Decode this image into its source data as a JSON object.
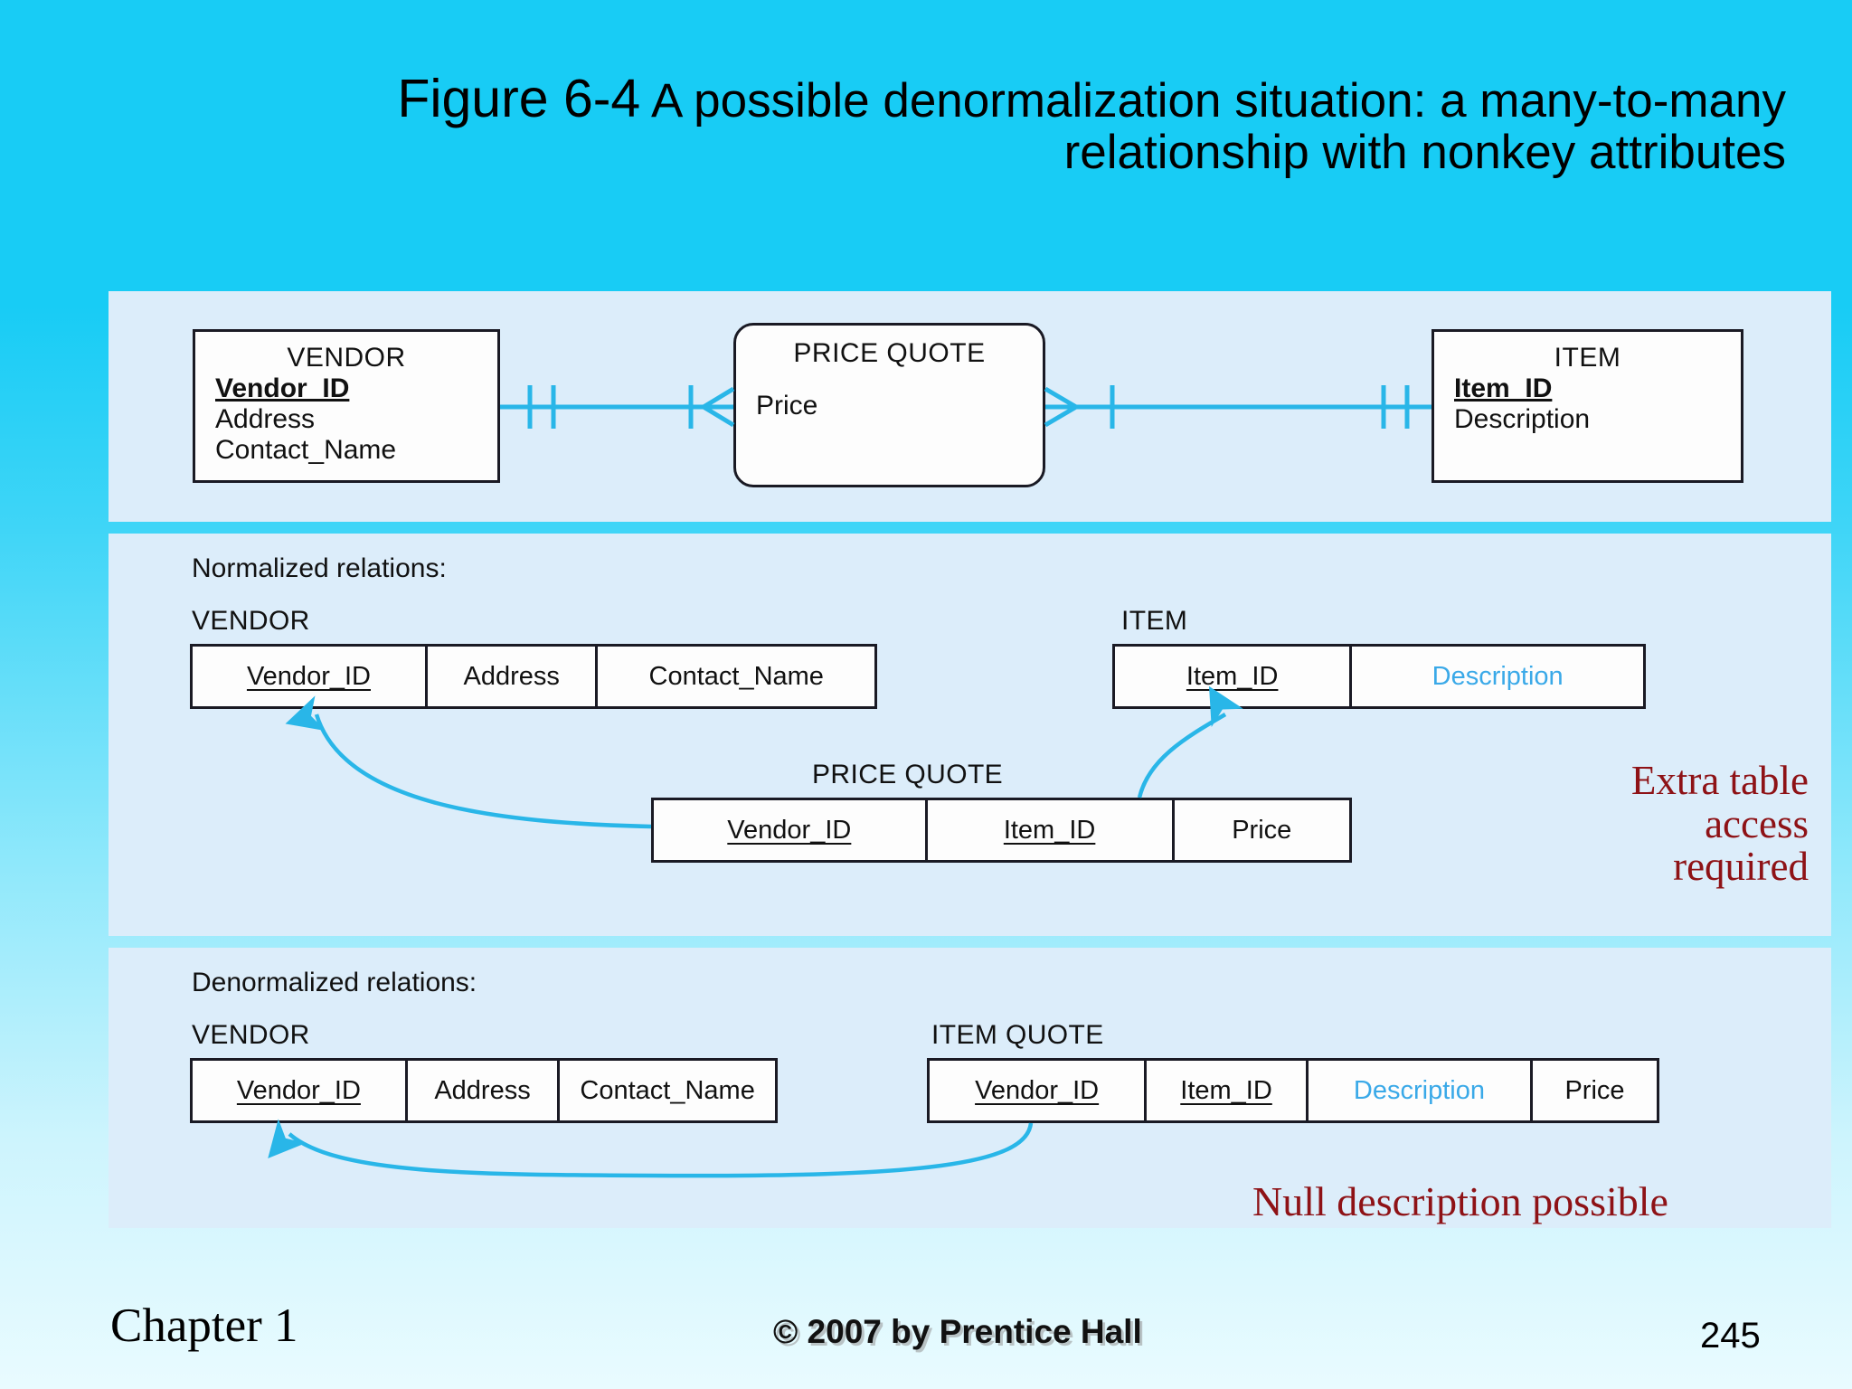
{
  "title": {
    "figure_label": "Figure 6-4",
    "line1_rest": " A possible denormalization situation: a many-to-many",
    "line2": "relationship with nonkey attributes"
  },
  "er_diagram": {
    "entities": [
      {
        "name": "VENDOR",
        "attributes": [
          {
            "label": "Vendor_ID",
            "key": true
          },
          {
            "label": "Address",
            "key": false
          },
          {
            "label": "Contact_Name",
            "key": false
          }
        ]
      },
      {
        "name": "PRICE QUOTE",
        "attributes": [
          {
            "label": "Price",
            "key": false
          }
        ]
      },
      {
        "name": "ITEM",
        "attributes": [
          {
            "label": "Item_ID",
            "key": true
          },
          {
            "label": "Description",
            "key": false
          }
        ]
      }
    ],
    "relationship_notation": "crow's-foot: one-and-only-one on VENDOR and ITEM, one-or-many on PRICE QUOTE",
    "line_color": "#29b6e8"
  },
  "normalized": {
    "section_label": "Normalized relations:",
    "tables": [
      {
        "name": "VENDOR",
        "columns": [
          {
            "label": "Vendor_ID",
            "key": true,
            "blue": false
          },
          {
            "label": "Address",
            "key": false,
            "blue": false
          },
          {
            "label": "Contact_Name",
            "key": false,
            "blue": false
          }
        ]
      },
      {
        "name": "ITEM",
        "columns": [
          {
            "label": "Item_ID",
            "key": true,
            "blue": false
          },
          {
            "label": "Description",
            "key": false,
            "blue": true
          }
        ]
      },
      {
        "name": "PRICE QUOTE",
        "columns": [
          {
            "label": "Vendor_ID",
            "key": true,
            "blue": false
          },
          {
            "label": "Item_ID",
            "key": true,
            "blue": false
          },
          {
            "label": "Price",
            "key": false,
            "blue": false
          }
        ]
      }
    ],
    "annotation": "Extra table\naccess\nrequired",
    "annotation_lines": [
      "Extra table",
      "access",
      "required"
    ]
  },
  "denormalized": {
    "section_label": "Denormalized relations:",
    "tables": [
      {
        "name": "VENDOR",
        "columns": [
          {
            "label": "Vendor_ID",
            "key": true,
            "blue": false
          },
          {
            "label": "Address",
            "key": false,
            "blue": false
          },
          {
            "label": "Contact_Name",
            "key": false,
            "blue": false
          }
        ]
      },
      {
        "name": "ITEM QUOTE",
        "columns": [
          {
            "label": "Vendor_ID",
            "key": true,
            "blue": false
          },
          {
            "label": "Item_ID",
            "key": true,
            "blue": false
          },
          {
            "label": "Description",
            "key": false,
            "blue": true
          },
          {
            "label": "Price",
            "key": false,
            "blue": false
          }
        ]
      }
    ],
    "annotation": "Null description possible"
  },
  "footer": {
    "chapter": "Chapter 1",
    "copyright": "© 2007 by Prentice Hall",
    "page": "245"
  },
  "colors": {
    "slide_bg_top": "#18ccf5",
    "panel_bg": "#dcedfa",
    "accent_line": "#29b6e8",
    "annotation_red": "#8e1216",
    "blue_attribute": "#3aa9e8"
  }
}
